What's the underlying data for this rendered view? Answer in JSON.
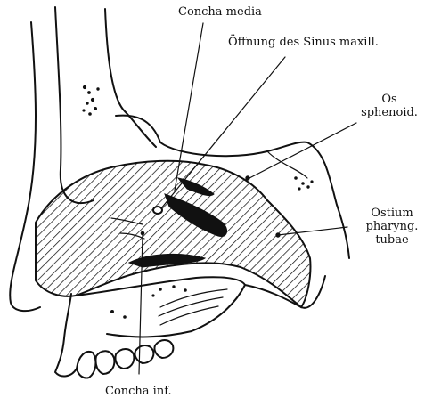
{
  "labels": {
    "concha_media": "Concha media",
    "oeffnung": "Öffnung des Sinus maxill.",
    "os_sphenoid_line1": "Os",
    "os_sphenoid_line2": "sphenoid.",
    "ostium_line1": "Ostium",
    "ostium_line2": "pharyng.",
    "ostium_line3": "tubae",
    "concha_inf": "Concha inf."
  },
  "colors": {
    "ink": "#111111",
    "background": "#ffffff"
  }
}
